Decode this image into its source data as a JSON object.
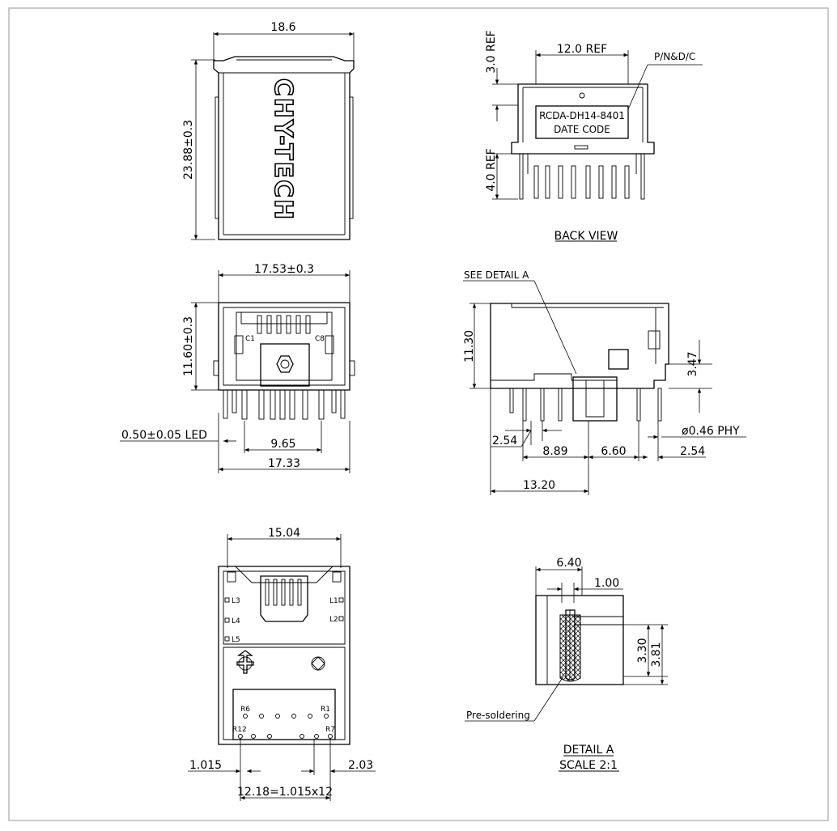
{
  "top_view": {
    "width_dim": "18.6",
    "height_dim": "23.88±0.3",
    "logo_text": "CHY-TECH"
  },
  "back_view": {
    "width_ref": "12.0 REF",
    "top_ref": "3.0 REF",
    "pin_ref": "4.0 REF",
    "pnd_label": "P/N&D/C",
    "part_number": "RCDA-DH14-8401",
    "date_code": "DATE CODE",
    "title": "BACK VIEW"
  },
  "front_view": {
    "width_dim": "17.53±0.3",
    "height_dim": "11.60±0.3",
    "led_dim": "0.50±0.05 LED",
    "inner_span": "9.65",
    "outer_span": "17.33",
    "c1_label": "C1",
    "c8_label": "C8"
  },
  "side_view": {
    "detail_callout": "SEE DETAIL A",
    "height_dim": "11.30",
    "tab_height": "3.47",
    "pin_dia": "ø0.46 PHY",
    "pitch_left": "2.54",
    "span_889": "8.89",
    "span_660": "6.60",
    "pitch_right": "2.54",
    "overall": "13.20"
  },
  "bottom_view": {
    "width_dim": "15.04",
    "left_offset": "1.015",
    "right_offset": "2.03",
    "pin_span": "12.18=1.015x12",
    "labels": {
      "l3": "L3",
      "l4": "L4",
      "l5": "L5",
      "l1": "L1",
      "l2": "L2",
      "r6": "R6",
      "r1": "R1",
      "r12": "R12",
      "r7": "R7"
    }
  },
  "detail_a": {
    "width_dim": "6.40",
    "thickness_dim": "1.00",
    "h1_dim": "3.30",
    "h2_dim": "3.81",
    "note": "Pre-soldering",
    "title": "DETAIL A",
    "scale": "SCALE 2:1"
  }
}
